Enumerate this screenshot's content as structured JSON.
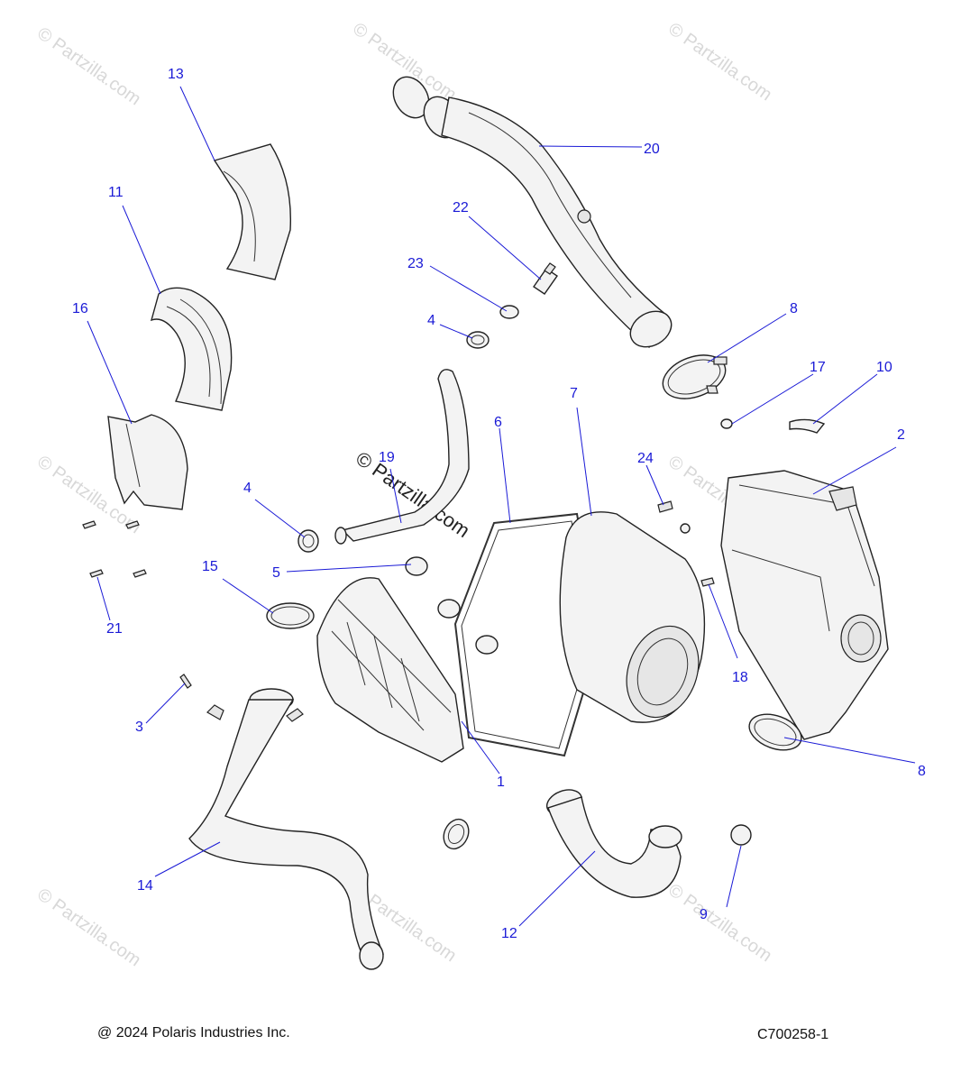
{
  "footer": {
    "copyright": "@ 2024 Polaris Industries Inc.",
    "diagram_code": "C700258-1"
  },
  "watermark": {
    "text": "© Partzilla.com"
  },
  "callout_color": "#1a1ad6",
  "callouts": [
    "13",
    "11",
    "16",
    "20",
    "22",
    "23",
    "4",
    "8",
    "17",
    "10",
    "7",
    "6",
    "19",
    "24",
    "2",
    "4",
    "5",
    "15",
    "21",
    "18",
    "3",
    "8",
    "1",
    "14",
    "12",
    "9"
  ]
}
